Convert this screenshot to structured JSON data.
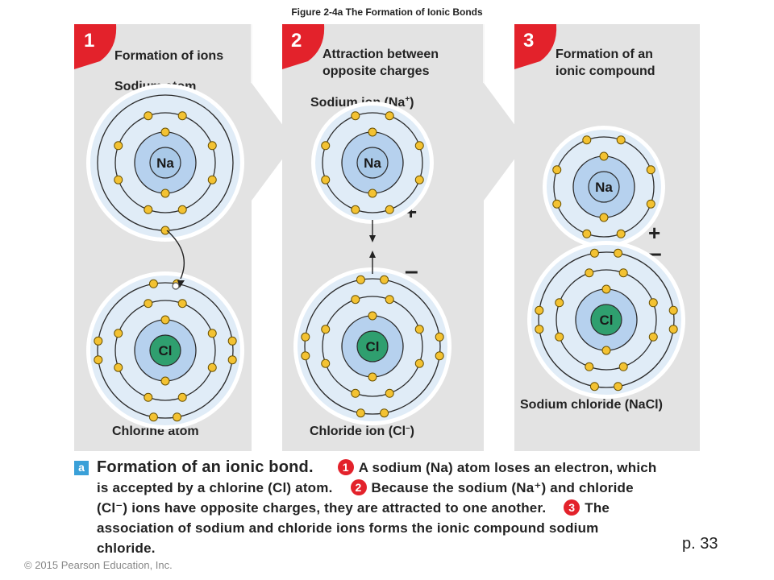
{
  "figure_title": "Figure 2-4a  The Formation of Ionic Bonds",
  "panels": [
    {
      "number": "1",
      "title": [
        "Formation of ions"
      ]
    },
    {
      "number": "2",
      "title": [
        "Attraction between",
        "opposite charges"
      ]
    },
    {
      "number": "3",
      "title": [
        "Formation of an",
        "ionic compound"
      ]
    }
  ],
  "labels": {
    "sodium_atom": "Sodium atom",
    "chlorine_atom": "Chlorine atom",
    "sodium_ion_prefix": "Sodium ion (Na",
    "sodium_ion_sup": "+",
    "sodium_ion_suffix": ")",
    "chloride_ion_prefix": "Chloride ion (Cl",
    "chloride_ion_sup": "–",
    "chloride_ion_suffix": ")",
    "sodium_chloride": "Sodium chloride (NaCl)",
    "plus_sign": "+",
    "minus_sign": "–"
  },
  "nucleus_labels": {
    "na": "Na",
    "cl": "Cl"
  },
  "caption": {
    "part_letter": "a",
    "heading": "Formation of an ionic bond.",
    "step1_num": "1",
    "step1_text": "A sodium (Na) atom loses an electron, which is accepted by a chlorine (Cl) atom.",
    "step2_num": "2",
    "step2_text": "Because the sodium (Na⁺) and chloride (Cl⁻) ions have opposite charges, they are attracted to one another.",
    "step3_num": "3",
    "step3_text": "The association of sodium and chloride ions forms the ionic compound sodium chloride."
  },
  "page_ref": "p. 33",
  "copyright": "© 2015 Pearson Education, Inc.",
  "colors": {
    "panel_bg": "#e3e3e3",
    "badge_red": "#e3222b",
    "electron_yellow": "#f3c232",
    "na_nucleus": "#a9c9e8",
    "cl_nucleus": "#2f9f6f",
    "orbital_blue": "#c7dcf1",
    "part_badge": "#3aa0d8"
  }
}
